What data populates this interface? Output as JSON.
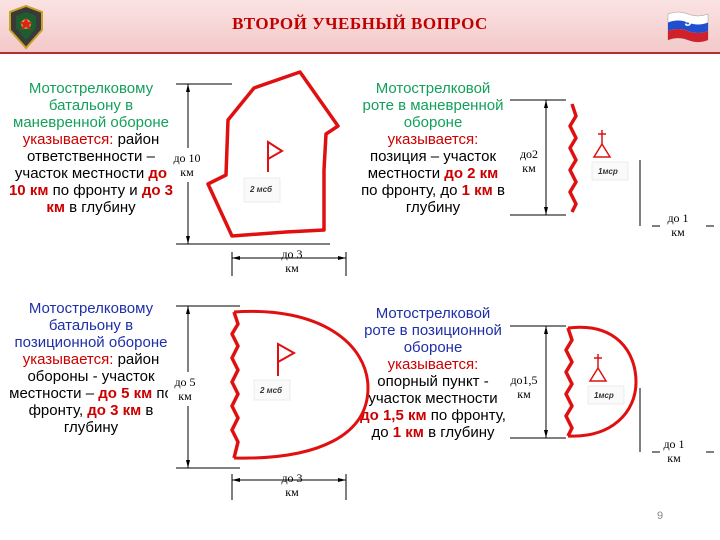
{
  "header": {
    "title": "ВТОРОЙ УЧЕБНЫЙ ВОПРОС",
    "flag_number": "9"
  },
  "block1": {
    "heading": "Мотострелковому батальону в маневренной обороне",
    "indicated": "указывается:",
    "text_a": "район ответственности – участок местности",
    "val1": "до 10 км",
    "text_b": "по фронту и",
    "val2": "до 3 км",
    "text_c": "в глубину"
  },
  "block2": {
    "heading": "Мотострелковой роте в маневренной обороне",
    "indicated": "указывается:",
    "text_a": "позиция – участок местности",
    "val1": "до 2 км",
    "text_b": "по фронту, до",
    "val2": "1 км",
    "text_c": "в глубину"
  },
  "block3": {
    "heading": "Мотострелковому батальону в позиционной обороне",
    "indicated": "указывается:",
    "text_a": "район обороны - участок местности –",
    "val1": "до 5 км",
    "text_b": "по фронту,",
    "val2": "до 3 км",
    "text_c": "в глубину"
  },
  "block4": {
    "heading": "Мотострелковой роте в позиционной обороне",
    "indicated": "указывается:",
    "text_a": "опорный пункт - участок местности",
    "val1": "до 1,5 км",
    "text_b": "по фронту, до",
    "val2": "1 км",
    "text_c": "в глубину"
  },
  "diagrams": {
    "d1": {
      "front_line1": "до 10",
      "front_line2": "км",
      "depth_line1": "до 3",
      "depth_line2": "км",
      "unit": "2 мсб"
    },
    "d2": {
      "front_line1": "до2",
      "front_line2": "км",
      "depth_line1": "до 1",
      "depth_line2": "км",
      "unit": "1мср"
    },
    "d3": {
      "front_line1": "до 5",
      "front_line2": "км",
      "depth_line1": "до 3",
      "depth_line2": "км",
      "unit": "2 мсб"
    },
    "d4": {
      "front_line1": "до1,5",
      "front_line2": "км",
      "depth_line1": "до 1",
      "depth_line2": "км",
      "unit": "1мср"
    }
  },
  "page_number": "9",
  "colors": {
    "accent_red": "#cc0000",
    "heading_green": "#13a05a",
    "heading_blue": "#1f2fa8",
    "header_bg": "#f3c9c9"
  }
}
